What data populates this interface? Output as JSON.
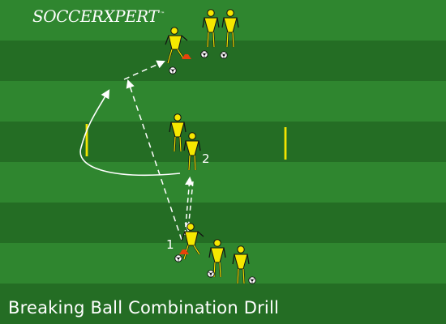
{
  "logo": {
    "text": "SOCCERXPERT",
    "tm": "™"
  },
  "title": "Breaking Ball Combination Drill",
  "markers": {
    "player_1": "1",
    "player_2": "2"
  },
  "colors": {
    "field_dark": "#246d24",
    "field_light": "#2f862f",
    "player_fill": "#f5e800",
    "player_outline": "#111111",
    "cone": "#e8420c",
    "arrow": "#ffffff",
    "gate_pole": "#f2e400"
  },
  "icons": {
    "ball": "soccer-ball-icon",
    "player": "player-figure-icon",
    "cone": "training-cone-icon",
    "pole": "gate-pole-icon"
  }
}
